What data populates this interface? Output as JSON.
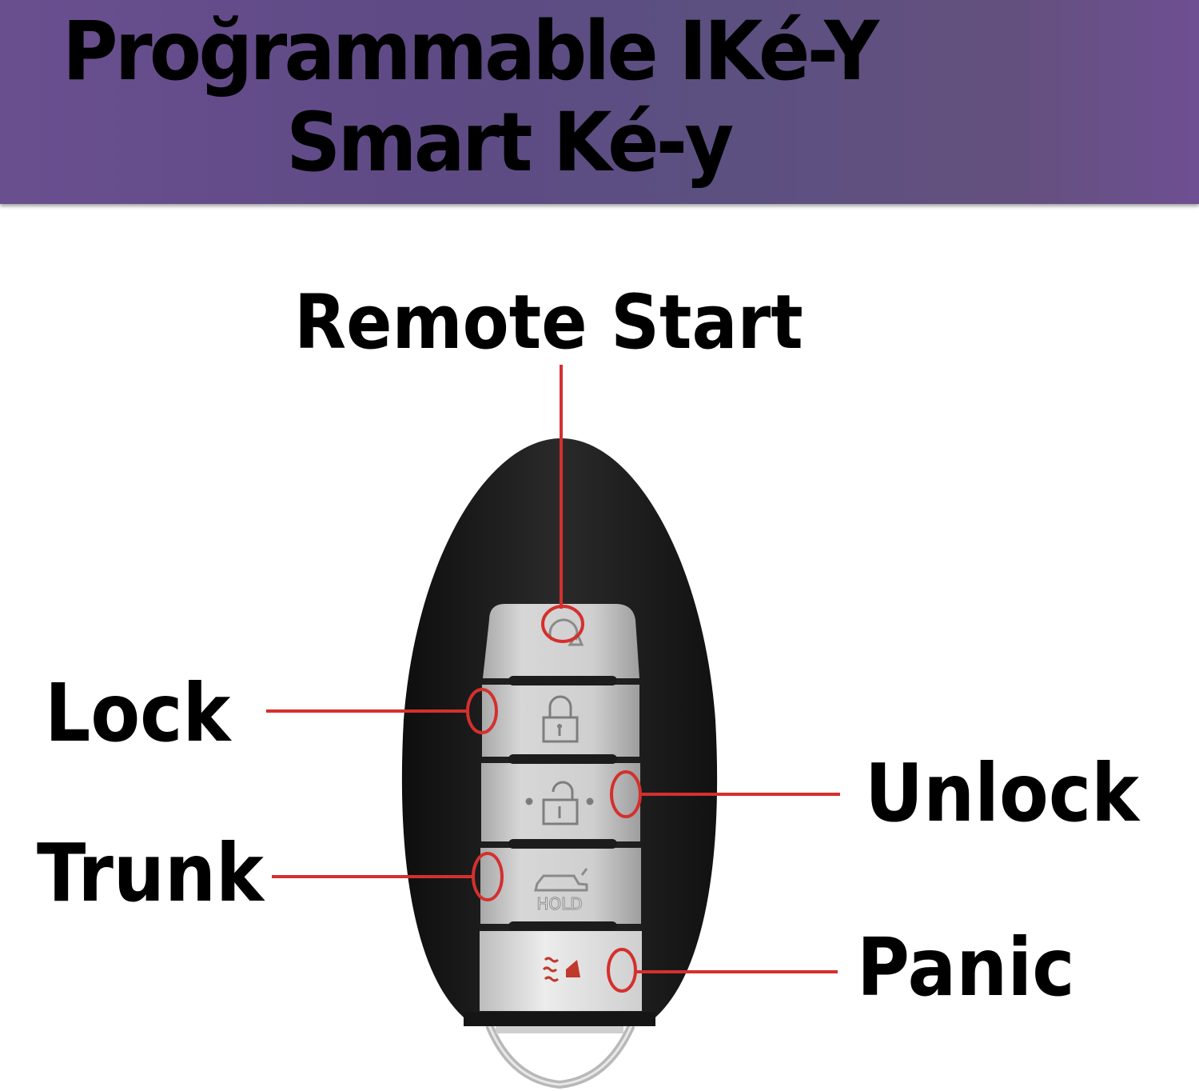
{
  "banner": {
    "title_line1": "Proğrammable IKé-Y",
    "title_line2": "Smart Ké-y",
    "background_color": "#5e4a85"
  },
  "callouts": [
    {
      "id": "remote-start",
      "label": "Remote Start"
    },
    {
      "id": "lock",
      "label": "Lock"
    },
    {
      "id": "unlock",
      "label": "Unlock"
    },
    {
      "id": "trunk",
      "label": "Trunk"
    },
    {
      "id": "panic",
      "label": "Panic"
    }
  ],
  "key_fob": {
    "buttons": [
      {
        "name": "remote-start",
        "icon": "remote-start-icon"
      },
      {
        "name": "lock",
        "icon": "lock-closed-icon"
      },
      {
        "name": "unlock",
        "icon": "lock-open-icon"
      },
      {
        "name": "trunk",
        "icon": "car-trunk-icon",
        "text": "HOLD"
      },
      {
        "name": "panic",
        "icon": "horn-alarm-icon"
      }
    ]
  },
  "colors": {
    "leader_line": "#d4302e",
    "fob_body": "#1b1b1b",
    "button_silver": "#c9c9c9",
    "panic_red": "#c0392b"
  }
}
